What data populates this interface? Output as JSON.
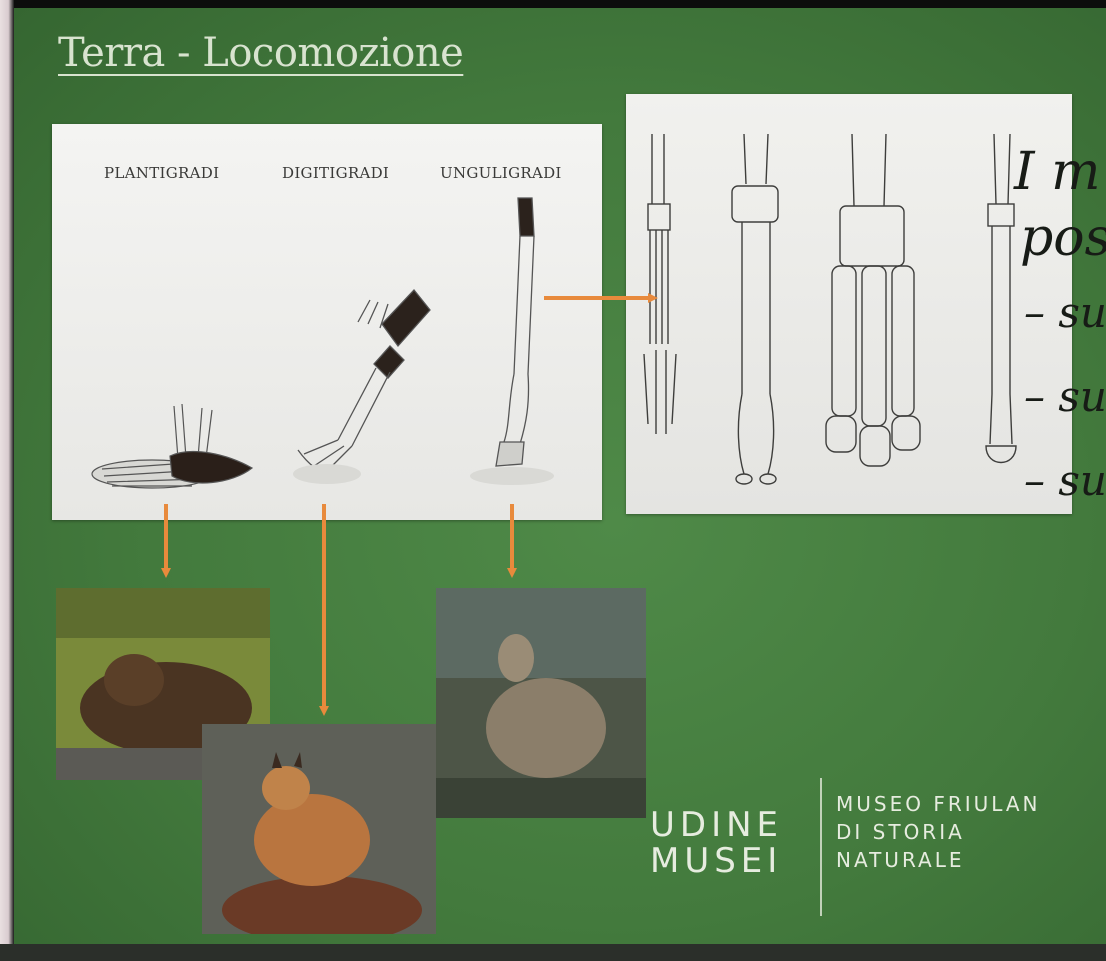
{
  "slide": {
    "title": "Terra - Locomozione",
    "gait_labels": [
      "PLANTIGRADI",
      "DIGITIGRADI",
      "UNGULIGRADI"
    ],
    "side_text_lines": [
      "I m",
      "pos",
      "– su",
      "– su",
      "– su"
    ]
  },
  "logo": {
    "word1": "UDINE",
    "word2": "MUSEI",
    "museum_lines": [
      "MUSEO FRIULAN",
      "DI STORIA",
      "NATURALE"
    ]
  },
  "colors": {
    "slide_green": "#437a3d",
    "arrow_orange": "#e88a3c",
    "title_text": "#d8e3cf",
    "logo_text": "#e6ecdf"
  }
}
